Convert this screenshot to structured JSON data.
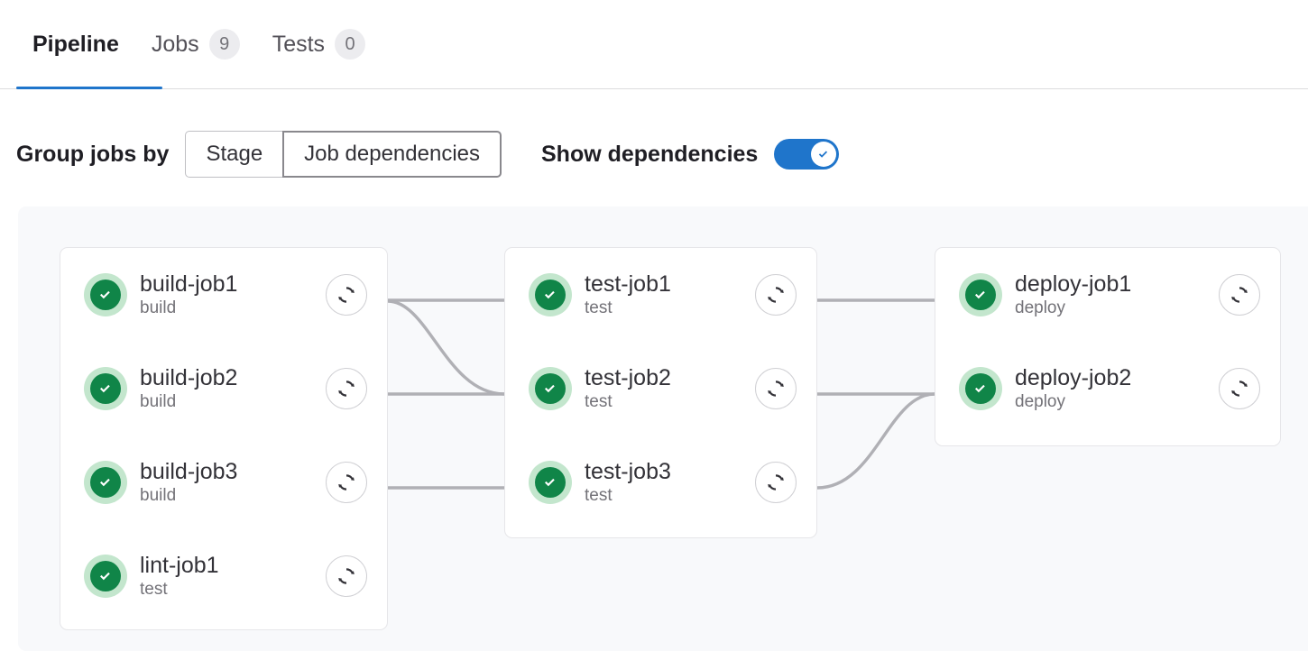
{
  "tabs": [
    {
      "label": "Pipeline",
      "badge": null,
      "active": true
    },
    {
      "label": "Jobs",
      "badge": "9",
      "active": false
    },
    {
      "label": "Tests",
      "badge": "0",
      "active": false
    }
  ],
  "controls": {
    "group_by_label": "Group jobs by",
    "segments": [
      {
        "label": "Stage",
        "selected": false
      },
      {
        "label": "Job dependencies",
        "selected": true
      }
    ],
    "show_dependencies_label": "Show dependencies",
    "show_dependencies_on": true
  },
  "columns": [
    {
      "name": "build-column",
      "jobs": [
        {
          "name": "build-job1",
          "stage": "build",
          "status": "success",
          "action": "retry-icon"
        },
        {
          "name": "build-job2",
          "stage": "build",
          "status": "success",
          "action": "retry-icon"
        },
        {
          "name": "build-job3",
          "stage": "build",
          "status": "success",
          "action": "retry-icon"
        },
        {
          "name": "lint-job1",
          "stage": "test",
          "status": "success",
          "action": "retry-icon"
        }
      ]
    },
    {
      "name": "test-column",
      "jobs": [
        {
          "name": "test-job1",
          "stage": "test",
          "status": "success",
          "action": "retry-icon"
        },
        {
          "name": "test-job2",
          "stage": "test",
          "status": "success",
          "action": "retry-icon"
        },
        {
          "name": "test-job3",
          "stage": "test",
          "status": "success",
          "action": "retry-icon"
        }
      ]
    },
    {
      "name": "deploy-column",
      "jobs": [
        {
          "name": "deploy-job1",
          "stage": "deploy",
          "status": "success",
          "action": "retry-icon"
        },
        {
          "name": "deploy-job2",
          "stage": "deploy",
          "status": "success",
          "action": "retry-icon"
        }
      ]
    }
  ],
  "links": [
    {
      "from": "build-job1",
      "to": "test-job1"
    },
    {
      "from": "build-job1",
      "to": "test-job2"
    },
    {
      "from": "build-job2",
      "to": "test-job2"
    },
    {
      "from": "build-job3",
      "to": "test-job3"
    },
    {
      "from": "test-job1",
      "to": "deploy-job1"
    },
    {
      "from": "test-job2",
      "to": "deploy-job2"
    },
    {
      "from": "test-job3",
      "to": "deploy-job2"
    }
  ],
  "colors": {
    "accent": "#1f75cb",
    "status_success": "#108548",
    "status_success_ring": "#c3e6cd",
    "link_line": "#b0b0b5",
    "graph_background": "#f8f9fb",
    "card_background": "#ffffff",
    "badge_background": "#ececef",
    "text_primary": "#333238",
    "text_muted": "#737278"
  }
}
